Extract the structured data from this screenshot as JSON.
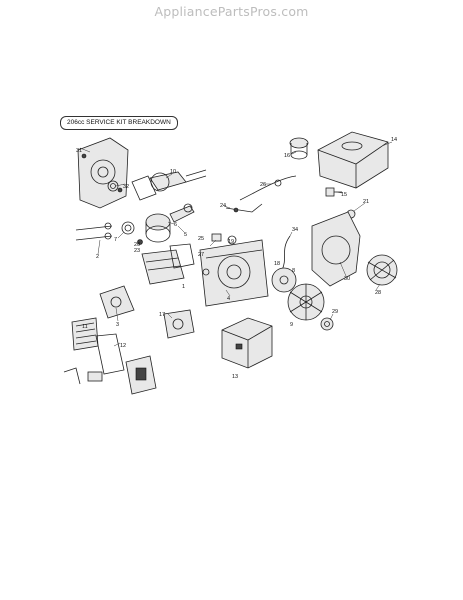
{
  "watermark": "AppliancePartsPros.com",
  "diagram": {
    "title": "206cc SERVICE KIT BREAKDOWN",
    "callouts": [
      {
        "id": "c1",
        "text": "31"
      },
      {
        "id": "c2",
        "text": "32"
      },
      {
        "id": "c3",
        "text": "10"
      },
      {
        "id": "c4",
        "text": "16"
      },
      {
        "id": "c5",
        "text": "14"
      },
      {
        "id": "c6",
        "text": "26"
      },
      {
        "id": "c7",
        "text": "15"
      },
      {
        "id": "c8",
        "text": "21"
      },
      {
        "id": "c9",
        "text": "24"
      },
      {
        "id": "c10",
        "text": "6"
      },
      {
        "id": "c11",
        "text": "5"
      },
      {
        "id": "c12",
        "text": "7"
      },
      {
        "id": "c13",
        "text": "2"
      },
      {
        "id": "c14",
        "text": "20"
      },
      {
        "id": "c15",
        "text": "23"
      },
      {
        "id": "c16",
        "text": "19"
      },
      {
        "id": "c17",
        "text": "34"
      },
      {
        "id": "c18",
        "text": "25"
      },
      {
        "id": "c19",
        "text": "27"
      },
      {
        "id": "c20",
        "text": "18"
      },
      {
        "id": "c21",
        "text": "8"
      },
      {
        "id": "c22",
        "text": "30"
      },
      {
        "id": "c23",
        "text": "28"
      },
      {
        "id": "c24",
        "text": "1"
      },
      {
        "id": "c25",
        "text": "4"
      },
      {
        "id": "c26",
        "text": "3"
      },
      {
        "id": "c27",
        "text": "11"
      },
      {
        "id": "c28",
        "text": "17"
      },
      {
        "id": "c29",
        "text": "9"
      },
      {
        "id": "c30",
        "text": "29"
      },
      {
        "id": "c31",
        "text": "12"
      },
      {
        "id": "c32",
        "text": "13"
      }
    ]
  }
}
